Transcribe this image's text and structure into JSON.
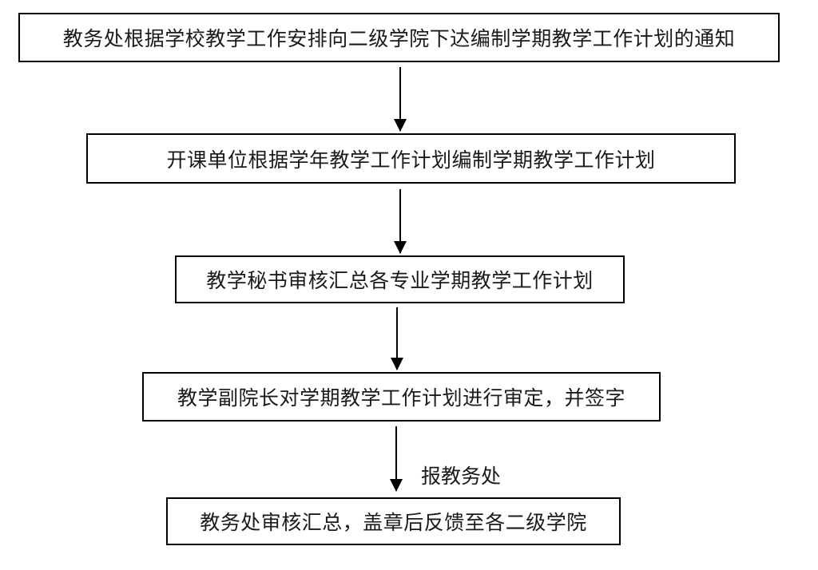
{
  "flowchart": {
    "steps": [
      {
        "text": "教务处根据学校教学工作安排向二级学院下达编制学期教学工作计划的通知"
      },
      {
        "text": "开课单位根据学年教学工作计划编制学期教学工作计划"
      },
      {
        "text": "教学秘书审核汇总各专业学期教学工作计划"
      },
      {
        "text": "教学副院长对学期教学工作计划进行审定，并签字"
      },
      {
        "text": "教务处审核汇总，盖章后反馈至各二级学院"
      }
    ],
    "connectors": [
      {
        "from": 0,
        "to": 1,
        "label": ""
      },
      {
        "from": 1,
        "to": 2,
        "label": ""
      },
      {
        "from": 2,
        "to": 3,
        "label": ""
      },
      {
        "from": 3,
        "to": 4,
        "label": "报教务处"
      }
    ]
  }
}
